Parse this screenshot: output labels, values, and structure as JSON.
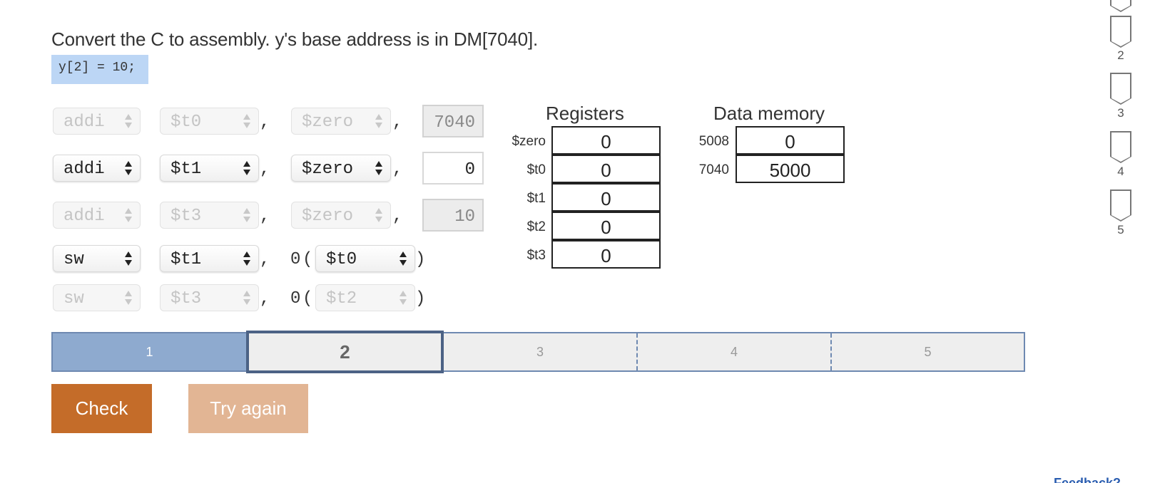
{
  "prompt": "Convert the C to assembly. y's base address is in DM[7040].",
  "code": "y[2] = 10;",
  "instructions": [
    {
      "op": "addi",
      "rt": "$t0",
      "rs": "$zero",
      "imm": "7040",
      "disabled": true
    },
    {
      "op": "addi",
      "rt": "$t1",
      "rs": "$zero",
      "imm": "0",
      "disabled": false
    },
    {
      "op": "addi",
      "rt": "$t3",
      "rs": "$zero",
      "imm": "10",
      "disabled": true
    },
    {
      "op": "sw",
      "rt": "$t1",
      "offset": "0",
      "base": "$t0",
      "disabled": false
    },
    {
      "op": "sw",
      "rt": "$t3",
      "offset": "0",
      "base": "$t2",
      "disabled": true
    }
  ],
  "registers": {
    "title": "Registers",
    "rows": [
      {
        "name": "$zero",
        "value": "0"
      },
      {
        "name": "$t0",
        "value": "0"
      },
      {
        "name": "$t1",
        "value": "0"
      },
      {
        "name": "$t2",
        "value": "0"
      },
      {
        "name": "$t3",
        "value": "0"
      }
    ]
  },
  "data_memory": {
    "title": "Data memory",
    "rows": [
      {
        "address": "5008",
        "value": "0"
      },
      {
        "address": "7040",
        "value": "5000"
      }
    ]
  },
  "progress": {
    "steps": [
      "1",
      "2",
      "3",
      "4",
      "5"
    ],
    "completed": 1,
    "current": 2
  },
  "buttons": {
    "check": "Check",
    "try_again": "Try again"
  },
  "sidebar": {
    "levels": [
      "2",
      "3",
      "4",
      "5"
    ]
  },
  "footer": {
    "feedback_label": "Feedback?"
  },
  "colors": {
    "accent": "#c46c29",
    "accent_disabled": "#e2b594",
    "progress_done": "#8eaacf",
    "progress_border": "#6e89b1",
    "code_bg": "#bcd6f5"
  }
}
